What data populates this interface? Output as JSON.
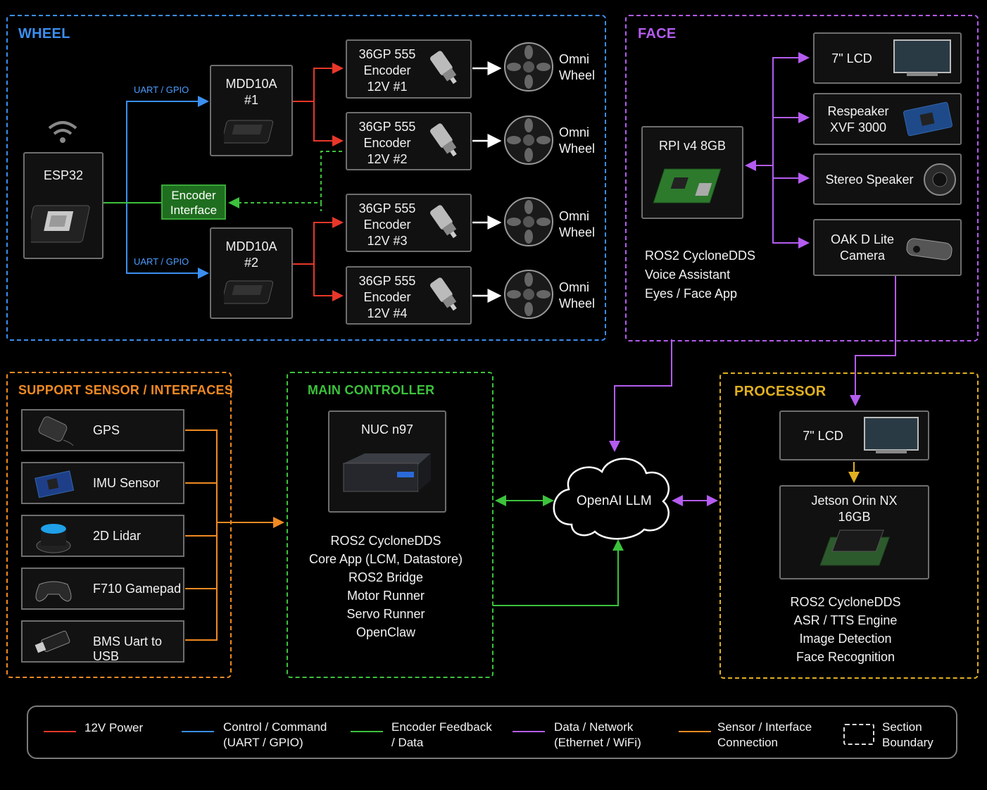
{
  "sections": {
    "wheel": "WHEEL",
    "face": "FACE",
    "support": "SUPPORT SENSOR / INTERFACES",
    "main": "MAIN CONTROLLER",
    "processor": "PROCESSOR"
  },
  "colors": {
    "power": "#e8372a",
    "control": "#3b8ff0",
    "encoder": "#3cc23c",
    "data": "#b45cf0",
    "sensor": "#f08a22",
    "processor_border": "#e0b020"
  },
  "wheel": {
    "esp32": "ESP32",
    "uart1": "UART / GPIO",
    "uart2": "UART / GPIO",
    "mdd1": "MDD10A\n#1",
    "mdd2": "MDD10A\n#2",
    "encoder_interface": "Encoder\nInterface",
    "motors": [
      "36GP 555\nEncoder\n12V #1",
      "36GP 555\nEncoder\n12V #2",
      "36GP 555\nEncoder\n12V #3",
      "36GP 555\nEncoder\n12V #4"
    ],
    "wheel_label": "Omni\nWheel"
  },
  "face": {
    "rpi": "RPI v4 8GB",
    "rpi_desc": "ROS2 CycloneDDS\nVoice Assistant\nEyes / Face App",
    "lcd": "7\" LCD",
    "respeaker": "Respeaker\nXVF 3000",
    "speaker": "Stereo Speaker",
    "oak": "OAK D Lite\nCamera"
  },
  "support": {
    "items": [
      "GPS",
      "IMU Sensor",
      "2D Lidar",
      "F710 Gamepad",
      "BMS Uart to USB"
    ]
  },
  "main": {
    "nuc": "NUC n97",
    "desc": "ROS2 CycloneDDS\nCore App (LCM, Datastore)\nROS2 Bridge\nMotor Runner\nServo Runner\nOpenClaw"
  },
  "cloud": "OpenAI LLM",
  "processor": {
    "lcd": "7\" LCD",
    "jetson": "Jetson Orin NX\n16GB",
    "desc": "ROS2 CycloneDDS\nASR / TTS Engine\nImage Detection\nFace Recognition"
  },
  "legend": {
    "power": "12V Power",
    "control": "Control / Command\n(UART / GPIO)",
    "encoder": "Encoder Feedback\n/ Data",
    "data": "Data / Network\n(Ethernet / WiFi)",
    "sensor": "Sensor / Interface\nConnection",
    "boundary": "Section\nBoundary"
  }
}
